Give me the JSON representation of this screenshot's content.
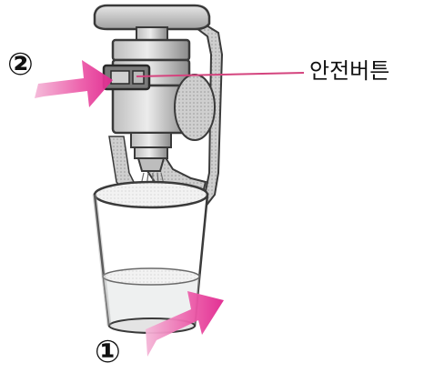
{
  "labels": {
    "step_2": "②",
    "step_1": "①",
    "callout": "안전버튼"
  },
  "icons": {
    "push_arrow": "arrow-right-icon",
    "dispenser": "water-dispenser-tap-icon",
    "cup": "cup-icon"
  },
  "colors": {
    "arrow": "#e8369a",
    "callout_line": "#d4447e",
    "outline": "#3a3a3a",
    "metal_light": "#d9d9d9",
    "metal_dark": "#8e8e8e",
    "water": "#eef0f0"
  }
}
